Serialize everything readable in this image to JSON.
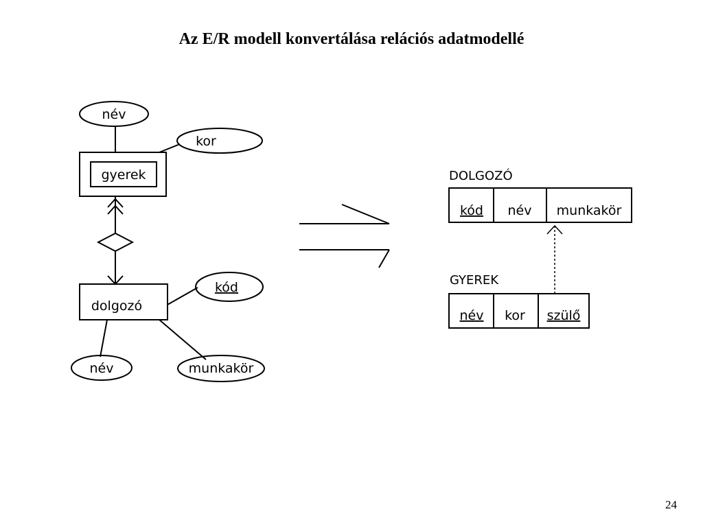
{
  "slide": {
    "title": "Az E/R modell konvertálása relációs adatmodellé",
    "page_number": "24"
  },
  "er_diagram": {
    "weak_entity": "gyerek",
    "entity": "dolgozó",
    "child_attributes": [
      "név",
      "kor"
    ],
    "employee_key_attribute": "kód",
    "employee_attributes": [
      "név",
      "munkakör"
    ]
  },
  "relational_model": {
    "tables": [
      {
        "name": "DOLGOZÓ",
        "columns": [
          {
            "label": "kód",
            "key": true
          },
          {
            "label": "név",
            "key": false
          },
          {
            "label": "munkakör",
            "key": false
          }
        ]
      },
      {
        "name": "GYEREK",
        "columns": [
          {
            "label": "név",
            "key": true
          },
          {
            "label": "kor",
            "key": false
          },
          {
            "label": "szülő",
            "key": true
          }
        ]
      }
    ]
  }
}
